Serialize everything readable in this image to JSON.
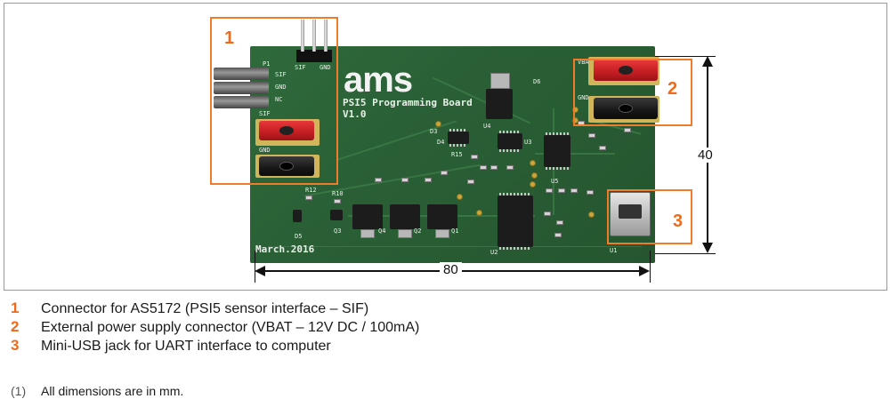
{
  "figure": {
    "board_silkscreen": {
      "logo": "ams",
      "title": "PSI5 Programming Board",
      "version": "V1.0",
      "date": "March.2016",
      "p1": "P1",
      "sif": "SIF",
      "gnd": "GND",
      "nc": "NC",
      "sif_header": "SIF",
      "gnd_header": "GND",
      "vbat": "VBAT",
      "gnd_power": "GND",
      "u1": "U1",
      "u2": "U2",
      "u3": "U3",
      "u4": "U4",
      "u5": "U5",
      "q1": "Q1",
      "q2": "Q2",
      "q3": "Q3",
      "q4": "Q4",
      "d3": "D3",
      "d4": "D4",
      "d5": "D5",
      "d6": "D6",
      "r15": "R15",
      "r12": "R12",
      "r10": "R10"
    },
    "callouts": [
      {
        "number": "1"
      },
      {
        "number": "2"
      },
      {
        "number": "3"
      }
    ],
    "dimensions": {
      "height": "40",
      "width": "80"
    }
  },
  "legend": [
    {
      "number": "1",
      "text": "Connector for AS5172 (PSI5 sensor interface – SIF)"
    },
    {
      "number": "2",
      "text": "External power supply connector (VBAT – 12V DC / 100mA)"
    },
    {
      "number": "3",
      "text": "Mini-USB jack for UART interface to computer"
    }
  ],
  "footnote": {
    "number": "(1)",
    "text": "All dimensions are in mm."
  },
  "colors": {
    "callout_orange": "#f07b2b",
    "pcb_green": "#2a5f35"
  }
}
